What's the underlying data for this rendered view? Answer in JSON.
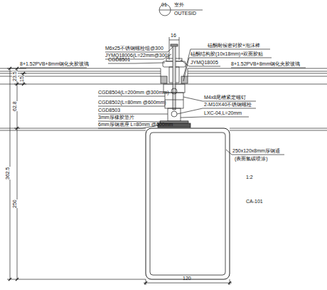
{
  "diagram": {
    "labels": [
      "01",
      "室外",
      "OUTESID",
      "16",
      "M6x25不锈钢螺栓组@300",
      "JYMQ18006(L=22mm@300)",
      "CGD8501",
      "8+1.52PVB+8mm钢化夹胶玻璃",
      "硅酮耐候密封胶+泡沫棒",
      "硅酮结构胶(10x18mm)+双面胶贴",
      "JYMQ18005",
      "8+1.52PVB+8mm钢化夹胶玻璃",
      "23.5",
      "15",
      "62.8",
      "362.5",
      "250",
      "CGD8504(L=200mm @300mm)",
      "CGD8502(L=80mm @600mm)",
      "CGD8503",
      "3mm厚橡胶垫片",
      "6mm厚钢底座 L=80mm @600mm",
      "M4x8尾槽紧定螺钉",
      "2-M10X40不锈钢螺栓",
      "LXC-04,L=20mm",
      "250x120x8mm厚钢通",
      "(表面氟碳喷涂)",
      "1:2",
      "CA-101",
      "120"
    ]
  }
}
